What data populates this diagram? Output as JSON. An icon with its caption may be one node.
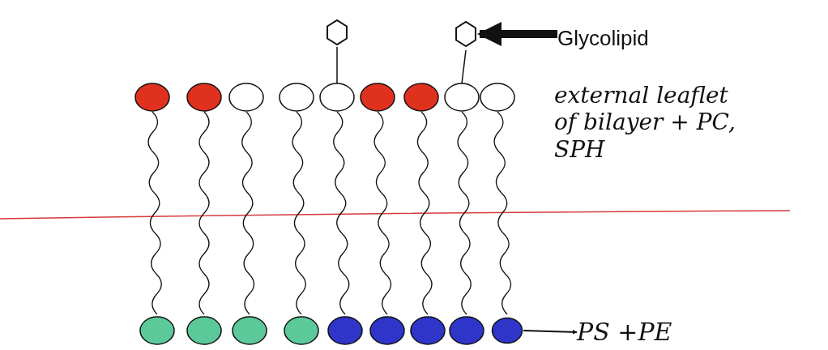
{
  "diagram": {
    "nodes": [
      {
        "text": [],
        "shape": "hexagon"
      },
      {
        "text": [
          "Glycolipid"
        ]
      },
      {
        "text": [
          "external leaflet of bilayer + PC, SPH"
        ]
      },
      {
        "text": [
          "PS +PE"
        ]
      },
      {
        "text": [],
        "shape": "circle"
      }
    ],
    "edges": [
      {
        "from": 1,
        "to": 0,
        "arrow": "to",
        "style": "thick"
      },
      {
        "from": 4,
        "to": 3,
        "arrow": "to"
      }
    ]
  }
}
